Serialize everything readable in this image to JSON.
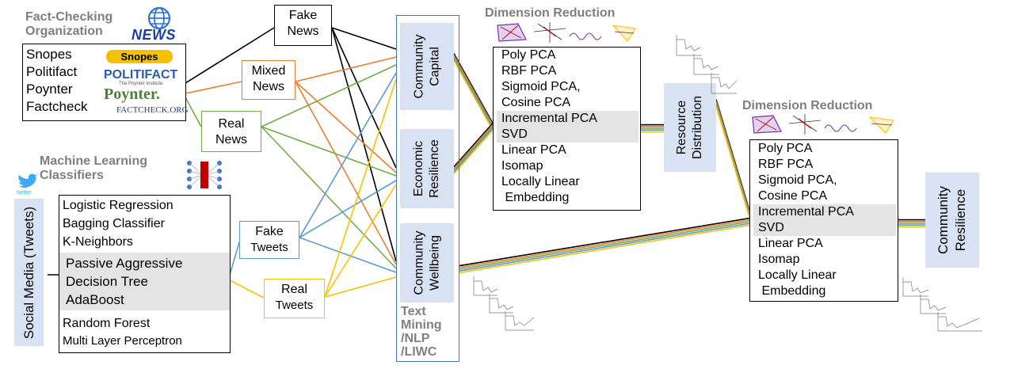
{
  "orgs": {
    "title_line1": "Fact-Checking",
    "title_line2": "Organization",
    "news_logo": "NEWS",
    "items": [
      "Snopes",
      "Politifact",
      "Poynter",
      "Factcheck"
    ],
    "logos": {
      "snopes": "Snopes",
      "politifact": "POLITIFACT",
      "politifact_sub": "The Poynter Institute",
      "poynter": "Poynter.",
      "factcheck": "FACTCHECK.ORG"
    }
  },
  "ml": {
    "title_line1": "Machine Learning",
    "title_line2": "Classifiers",
    "twitter_logo": "twitter",
    "items": [
      "Logistic Regression",
      "Bagging Classifier",
      "K-Neighbors",
      "Passive Aggressive",
      "Decision Tree",
      "AdaBoost",
      "Random Forest",
      "Multi Layer Perceptron"
    ]
  },
  "social": "Social Media (Tweets)",
  "news": {
    "fake": [
      "Fake",
      "News"
    ],
    "mixed": [
      "Mixed",
      "News"
    ],
    "real": [
      "Real",
      "News"
    ],
    "fake_tweets": [
      "Fake",
      "Tweets"
    ],
    "real_tweets": [
      "Real",
      "Tweets"
    ]
  },
  "community": {
    "capital": [
      "Community",
      "Capital"
    ],
    "economic": [
      "Economic",
      "Resilience"
    ],
    "wellbeing": [
      "Community",
      "Wellbeing"
    ]
  },
  "text_mining": [
    "Text",
    "Mining",
    "/NLP",
    "/LIWC"
  ],
  "dr1": {
    "title": "Dimension Reduction",
    "items": [
      "Poly PCA",
      "RBF PCA",
      "Sigmoid PCA,",
      "Cosine PCA",
      "Incremental PCA",
      "SVD",
      "Linear PCA",
      "Isomap",
      "Locally Linear",
      " Embedding"
    ]
  },
  "resource": [
    "Resource",
    "Distribution"
  ],
  "dr2": {
    "title": "Dimension Reduction",
    "items": [
      "Poly PCA",
      "RBF PCA",
      "Sigmoid PCA,",
      "Cosine PCA",
      "Incremental PCA",
      "SVD",
      "Linear PCA",
      "Isomap",
      "Locally Linear",
      " Embedding"
    ]
  },
  "final": [
    "Community",
    "Resilience"
  ],
  "colors": {
    "fake": "#000000",
    "mixed": "#ed7d31",
    "real": "#70ad47",
    "fake_tweets": "#5b9bd5",
    "real_tweets": "#ffc000",
    "label_fill": "#d9e2f2",
    "highlight": "#e4e4e4",
    "title_gray": "#7f7f7f"
  }
}
